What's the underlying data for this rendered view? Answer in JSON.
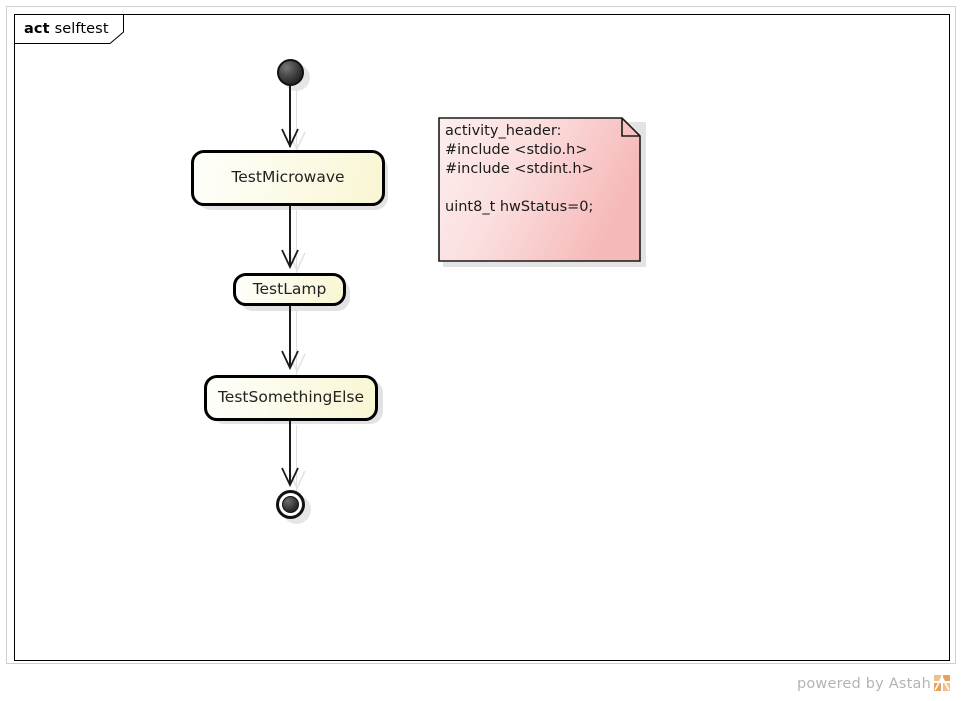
{
  "diagram": {
    "frame": {
      "keyword": "act",
      "name": "selftest"
    },
    "nodes": [
      {
        "id": "initial",
        "type": "initial-node",
        "label": ""
      },
      {
        "id": "action1",
        "type": "action",
        "label": "TestMicrowave"
      },
      {
        "id": "action2",
        "type": "action",
        "label": "TestLamp"
      },
      {
        "id": "action3",
        "type": "action",
        "label": "TestSomethingElse"
      },
      {
        "id": "final",
        "type": "final-node",
        "label": ""
      }
    ],
    "note": {
      "text": "activity_header:\n#include <stdio.h>\n#include <stdint.h>\n\nuint8_t hwStatus=0;"
    }
  },
  "watermark": {
    "text": "powered by Astah",
    "logo_icon": "astah-logo-icon"
  },
  "colors": {
    "frame_border": "#000000",
    "node_border": "#000000",
    "node_fill_start": "#fefefa",
    "node_fill_end": "#f9f6d3",
    "note_fill_start": "#fdeeee",
    "note_fill_end": "#f6b9b9",
    "note_border": "#1a1a1a",
    "shadow": "#e3e3e3",
    "edge": "#1a1a1a",
    "watermark_text": "#b4b4b4",
    "watermark_logo": "#e8a05a"
  }
}
